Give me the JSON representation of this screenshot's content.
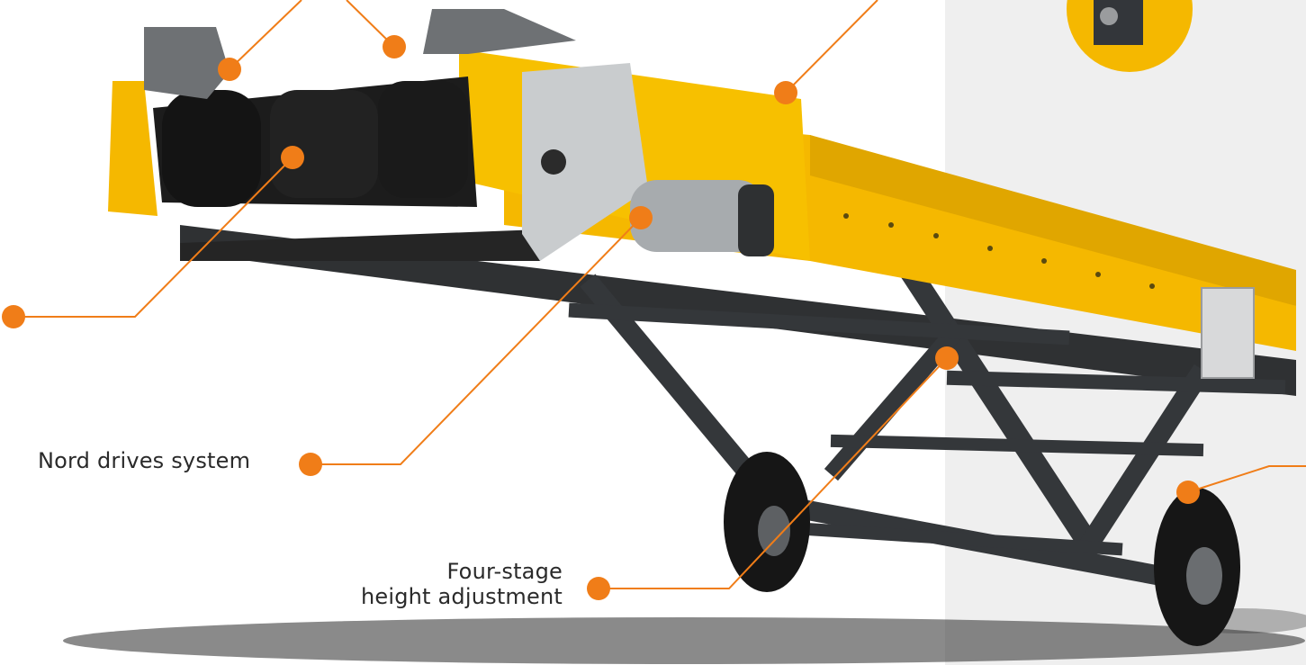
{
  "labels": {
    "nord_drives": "Nord drives system",
    "height_line1": "Four-stage",
    "height_line2": "height adjustment"
  },
  "colors": {
    "callout": "#f07d18",
    "frame_yellow": "#f5b800",
    "frame_dark": "#2f3133",
    "belt_black": "#1c1c1c",
    "text": "#2a2a2a"
  },
  "icons": [
    "callout-dot-icon",
    "wheel-icon",
    "motor-icon",
    "control-box-icon"
  ]
}
